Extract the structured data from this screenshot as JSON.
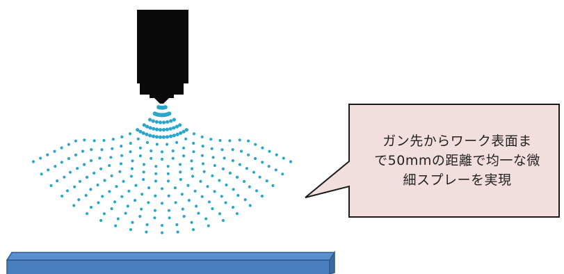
{
  "colors": {
    "nozzle": "#0a0a0a",
    "spray": "#2aa6cc",
    "callout_fill": "#f3dede",
    "callout_border": "#1a1a1a",
    "workpiece_fill": "#4a7fbf",
    "workpiece_top": "#5b90cf",
    "workpiece_border": "#2d5a8e"
  },
  "icons": {
    "nozzle": "spray-gun-nozzle-icon",
    "spray": "spray-pattern-dots",
    "workpiece": "workpiece-plate"
  },
  "callout": {
    "lines": [
      "ガン先からワーク表面ま",
      "で50mmの距離で均一な微",
      "細スプレーを実現"
    ]
  }
}
